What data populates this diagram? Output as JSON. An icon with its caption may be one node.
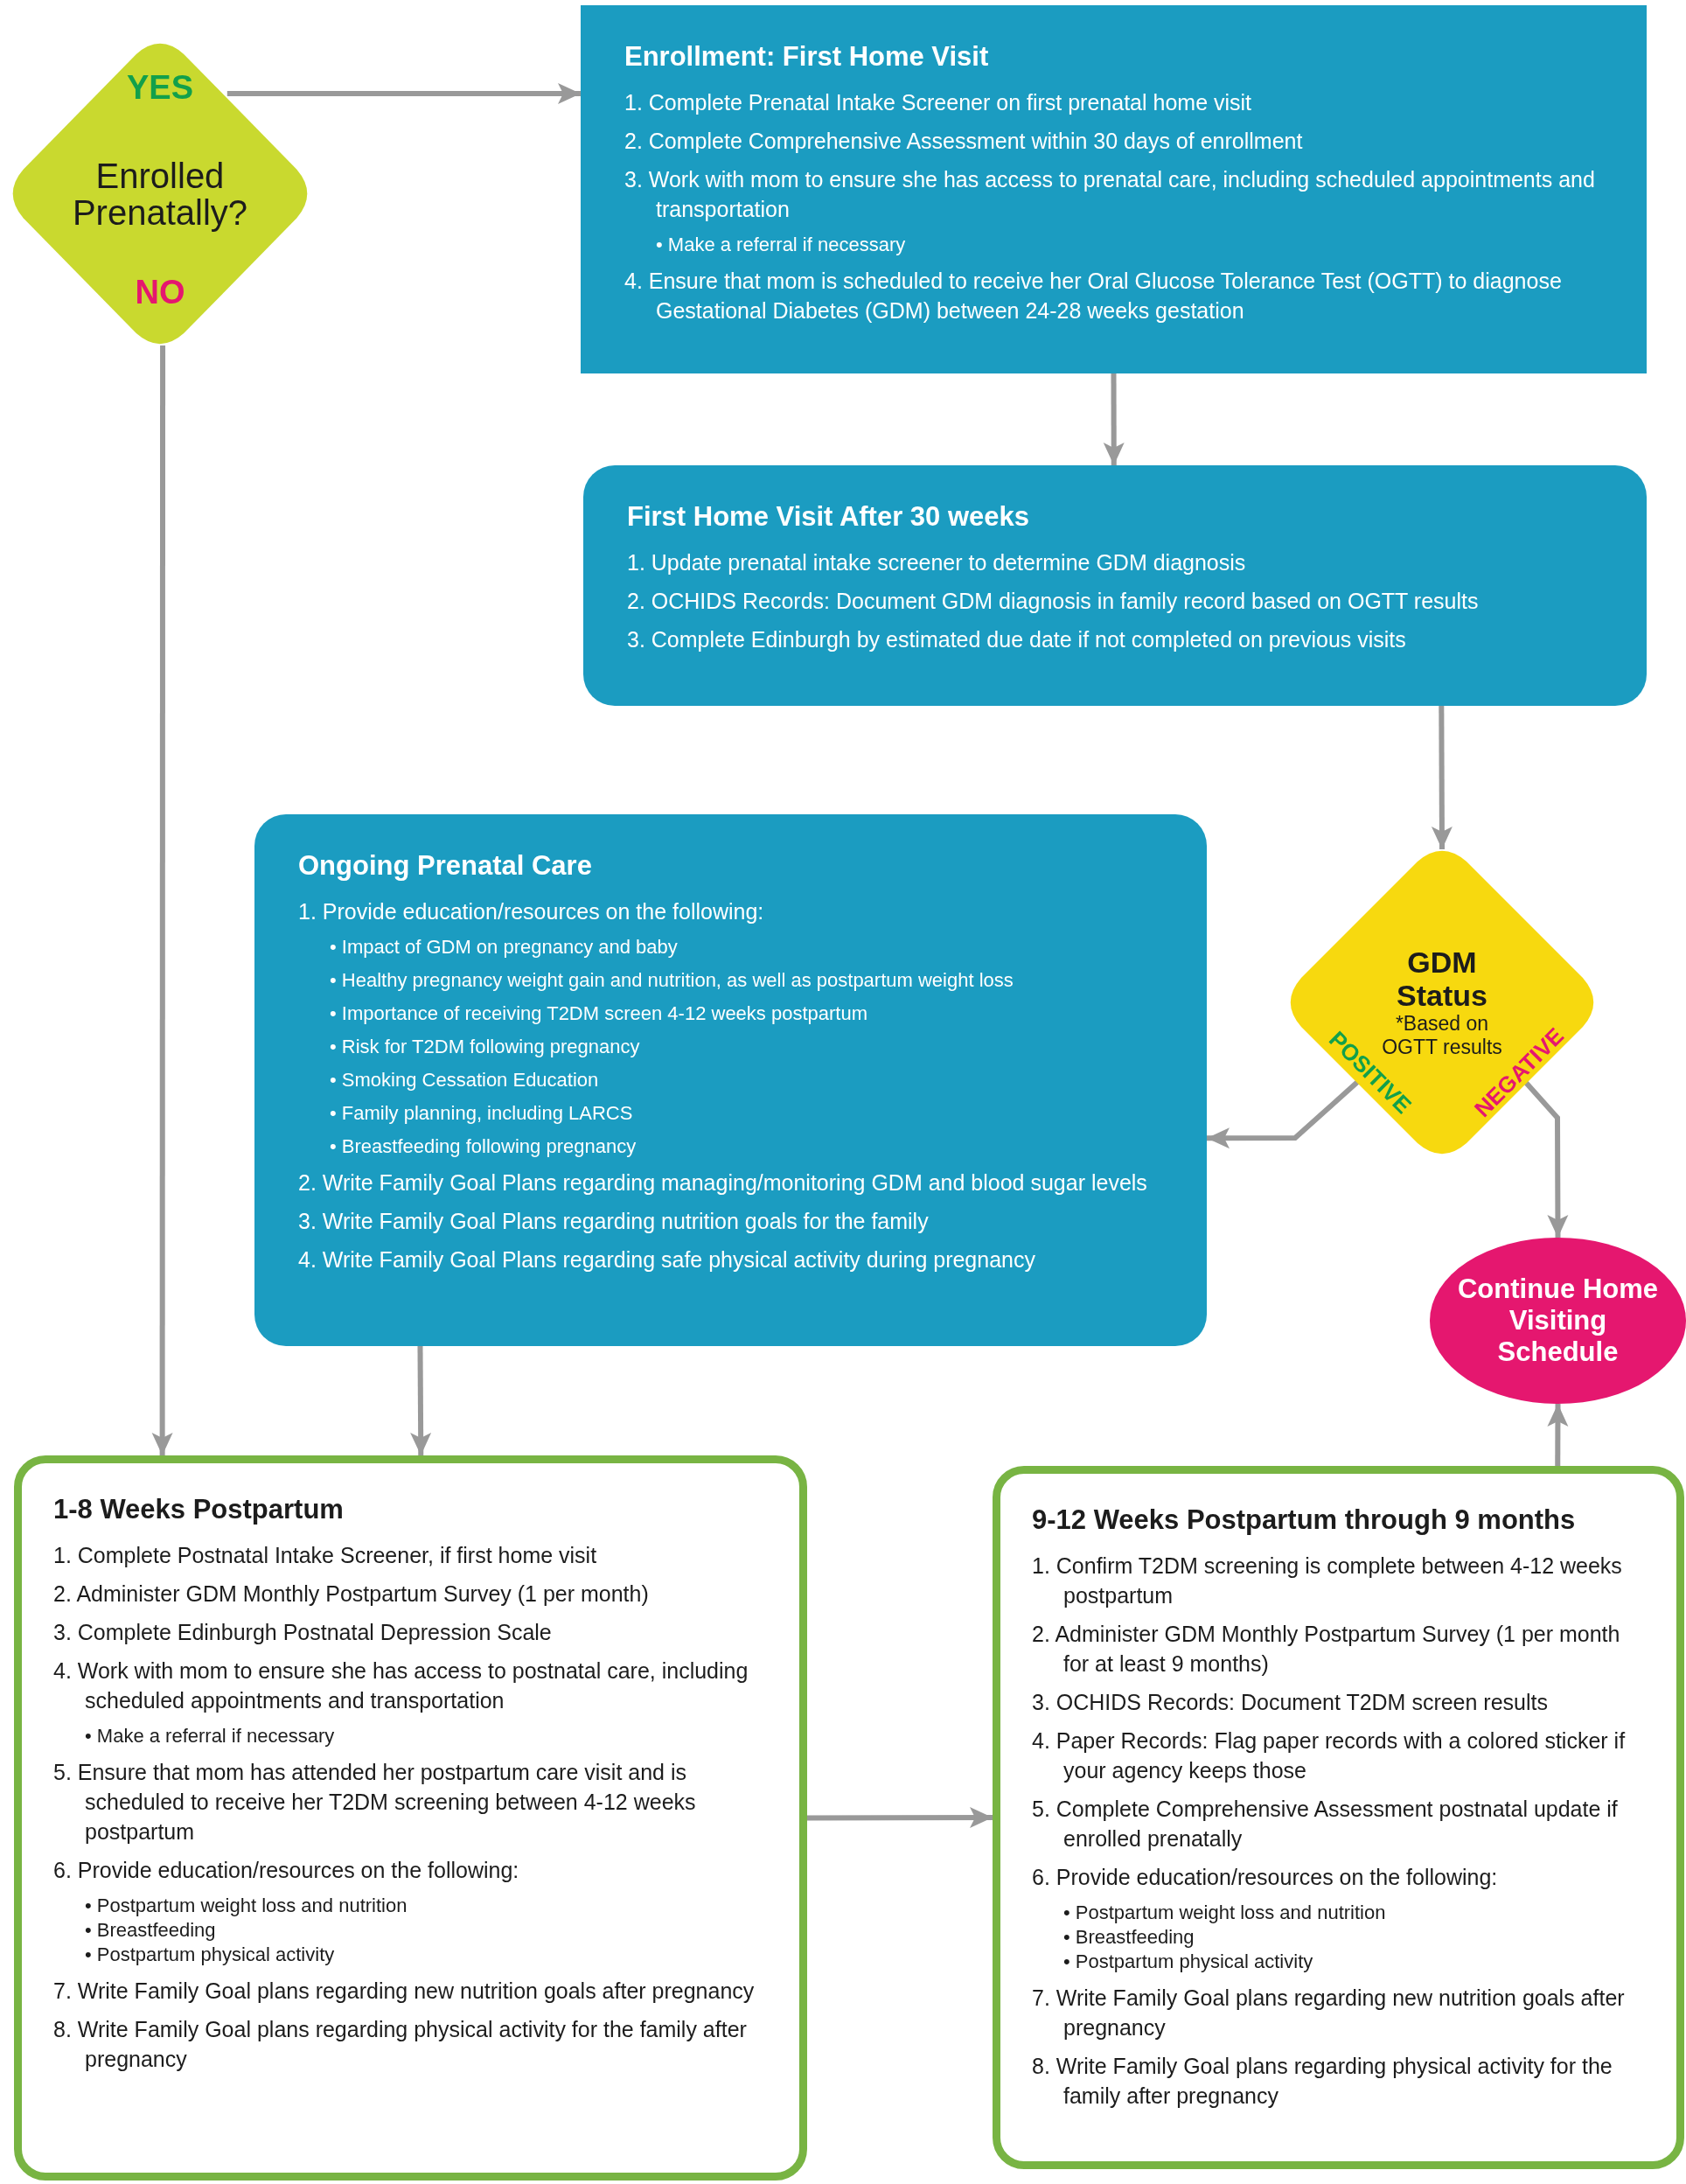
{
  "diagram": {
    "nodes": [
      {
        "text": [
          "Enrolled Prenatally?"
        ]
      },
      {
        "text": [
          "Enrollment:  First Home Visit",
          "1. Complete Prenatal Intake Screener on first prenatal home visit",
          "2. Complete Comprehensive Assessment within 30 days of enrollment",
          "3. Work with mom to ensure she has access to prenatal care, including scheduled appointments and transportation",
          "• Make a referral if necessary",
          "4. Ensure that mom is scheduled to receive her Oral Glucose Tolerance Test (OGTT) to diagnose Gestational Diabetes (GDM) between 24-28 weeks gestation"
        ]
      },
      {
        "text": [
          "First Home Visit After 30 weeks",
          "1. Update prenatal intake screener to determine GDM diagnosis",
          "2. OCHIDS Records: Document GDM diagnosis in family record based on OGTT results",
          "3. Complete Edinburgh by estimated due date if not completed on previous visits"
        ]
      },
      {
        "text": [
          "GDM Status",
          "*Based on OGTT results"
        ]
      },
      {
        "text": [
          "Ongoing Prenatal Care",
          "1. Provide education/resources on the following:",
          "• Impact of GDM on pregnancy and baby",
          "• Healthy pregnancy weight gain and nutrition, as well as postpartum weight loss",
          "• Importance of receiving T2DM screen 4-12 weeks postpartum",
          "• Risk for T2DM following pregnancy",
          "• Smoking Cessation Education",
          "• Family planning, including LARCS",
          "• Breastfeeding following pregnancy",
          "2. Write Family Goal Plans regarding managing/monitoring GDM and blood sugar levels",
          "3. Write Family Goal Plans regarding nutrition goals for the family",
          "4. Write Family Goal Plans regarding safe physical activity during pregnancy"
        ]
      },
      {
        "text": [
          "Continue Home Visiting Schedule"
        ]
      },
      {
        "text": [
          "1-8 Weeks Postpartum",
          "1. Complete Postnatal Intake Screener, if first home visit",
          "2. Administer GDM Monthly Postpartum Survey (1 per month)",
          "3. Complete Edinburgh Postnatal Depression Scale",
          "4. Work with mom to ensure she has access to postnatal care, including scheduled appointments and transportation",
          "• Make a referral if necessary",
          "5. Ensure that mom has attended her postpartum care visit and is scheduled to receive her T2DM screening between 4-12 weeks postpartum",
          "6. Provide education/resources on the following:",
          "• Postpartum weight loss and nutrition",
          "• Breastfeeding",
          "• Postpartum physical activity",
          "7. Write Family Goal plans regarding new nutrition goals after pregnancy",
          "8. Write Family Goal plans regarding physical activity for the family after pregnancy"
        ]
      },
      {
        "text": [
          "9-12 Weeks Postpartum through 9 months",
          "1. Confirm T2DM screening is complete between 4-12 weeks postpartum",
          "2. Administer GDM Monthly Postpartum Survey (1 per month for at least 9 months)",
          "3. OCHIDS Records: Document T2DM screen results",
          "4. Paper Records: Flag paper records with a colored sticker if your agency keeps those",
          "5. Complete Comprehensive Assessment postnatal update if enrolled prenatally",
          "6. Provide education/resources on the following:",
          "• Postpartum weight loss and nutrition",
          "• Breastfeeding",
          "• Postpartum physical activity",
          "7. Write Family Goal plans regarding new nutrition goals after pregnancy",
          "8. Write Family Goal plans regarding physical activity for the family after pregnancy"
        ]
      }
    ],
    "edges": [
      {
        "from": 0,
        "to": 1,
        "arrow": "to",
        "label": "YES"
      },
      {
        "from": 0,
        "to": 6,
        "arrow": "to",
        "label": "NO"
      },
      {
        "from": 1,
        "to": 2,
        "arrow": "to"
      },
      {
        "from": 2,
        "to": 3,
        "arrow": "to"
      },
      {
        "from": 3,
        "to": 4,
        "arrow": "to",
        "label": "POSITIVE"
      },
      {
        "from": 3,
        "to": 5,
        "arrow": "to",
        "label": "NEGATIVE"
      },
      {
        "from": 4,
        "to": 6,
        "arrow": "to"
      },
      {
        "from": 6,
        "to": 7,
        "arrow": "to"
      },
      {
        "from": 7,
        "to": 5,
        "arrow": "to"
      }
    ]
  }
}
